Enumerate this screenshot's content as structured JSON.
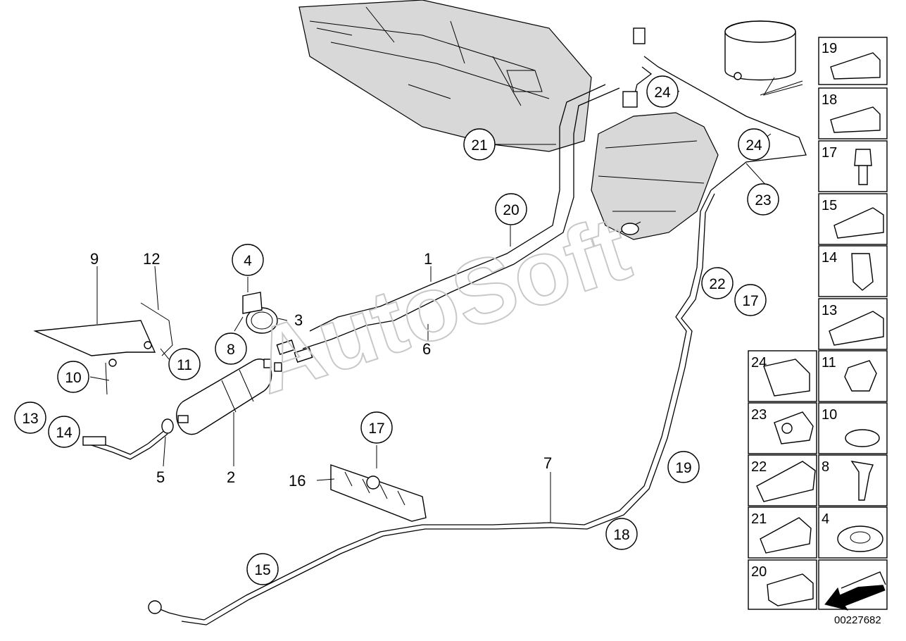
{
  "watermark": "AutoSoft",
  "doc_number": "00227682",
  "callouts": {
    "c9": "9",
    "c12": "12",
    "c4": "4",
    "c3": "3",
    "c8": "8",
    "c11": "11",
    "c10": "10",
    "c13": "13",
    "c14": "14",
    "c5": "5",
    "c2": "2",
    "c1": "1",
    "c6": "6",
    "c20": "20",
    "c21": "21",
    "c24a": "24",
    "c24b": "24",
    "c23": "23",
    "c22": "22",
    "c17a": "17",
    "c17b": "17",
    "c16": "16",
    "c7": "7",
    "c19": "19",
    "c18": "18",
    "c15": "15"
  },
  "parts_panel": {
    "right_column": [
      "19",
      "18",
      "17",
      "15",
      "14",
      "13",
      "11",
      "10",
      "8",
      "4"
    ],
    "left_column": [
      "24",
      "23",
      "22",
      "21",
      "20"
    ]
  }
}
